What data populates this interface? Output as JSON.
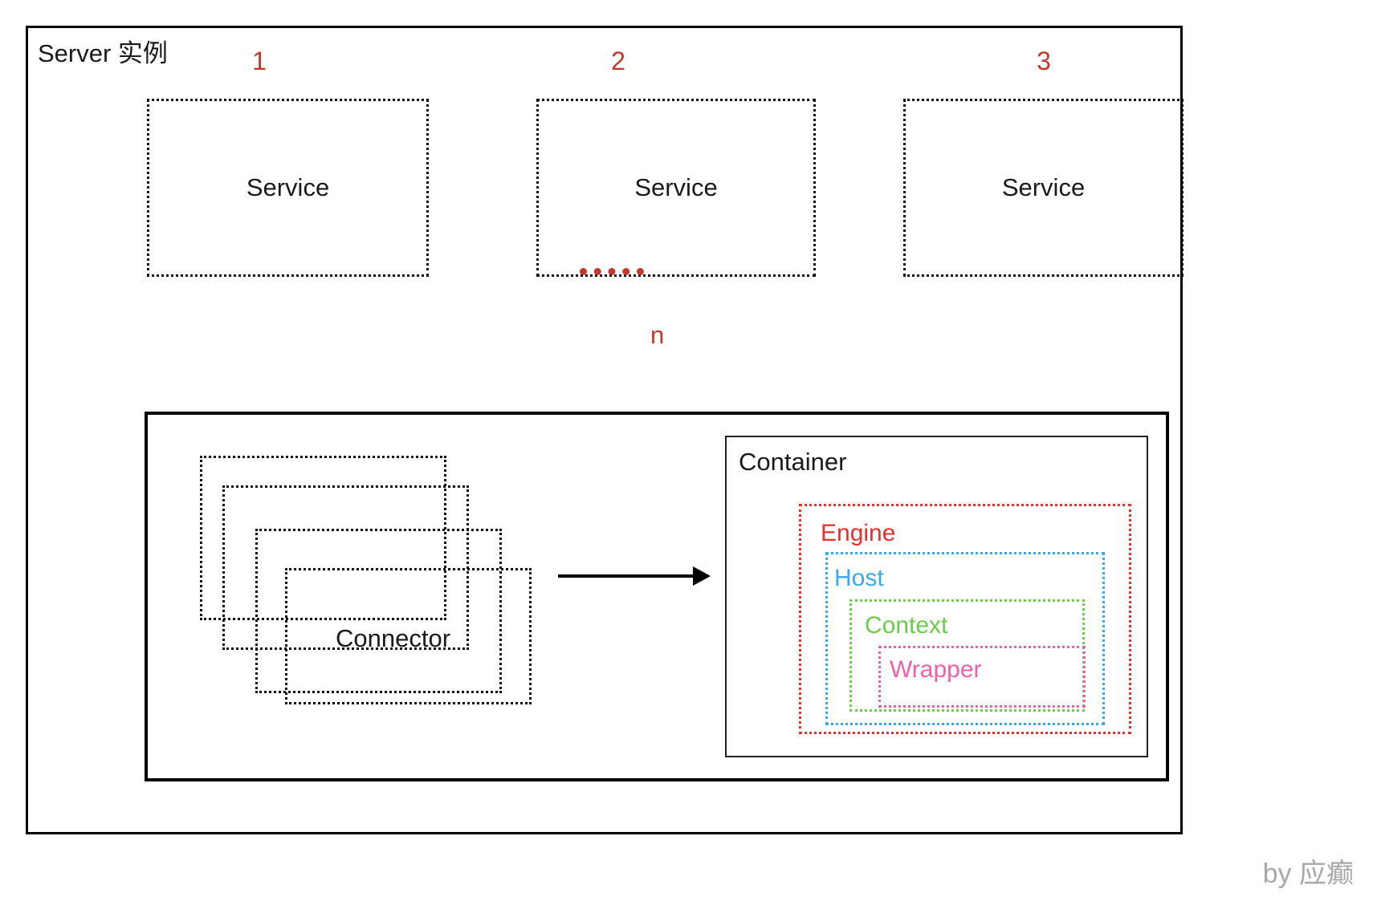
{
  "diagram": {
    "title": "Server 实例",
    "watermark": "by 应癫",
    "colors": {
      "engine": "#E8302A",
      "host": "#38A8F0",
      "context": "#6ACD49",
      "wrapper": "#F25FA8",
      "accent_red": "#C0392B",
      "outline": "#000000",
      "watermark": "#A8A8A8"
    }
  },
  "services": {
    "numbers": [
      "1",
      "2",
      "3"
    ],
    "ellipsis": "......",
    "n_label": "n",
    "items": [
      {
        "label": "Service"
      },
      {
        "label": "Service"
      },
      {
        "label": "Service"
      }
    ]
  },
  "connector": {
    "label": "Connector",
    "stack_count": 4
  },
  "arrow": {
    "label": "connector-to-container-arrow"
  },
  "container": {
    "title": "Container",
    "nested": [
      {
        "label": "Engine",
        "color": "#E8302A"
      },
      {
        "label": "Host",
        "color": "#38A8F0"
      },
      {
        "label": "Context",
        "color": "#6ACD49"
      },
      {
        "label": "Wrapper",
        "color": "#F25FA8"
      }
    ]
  }
}
